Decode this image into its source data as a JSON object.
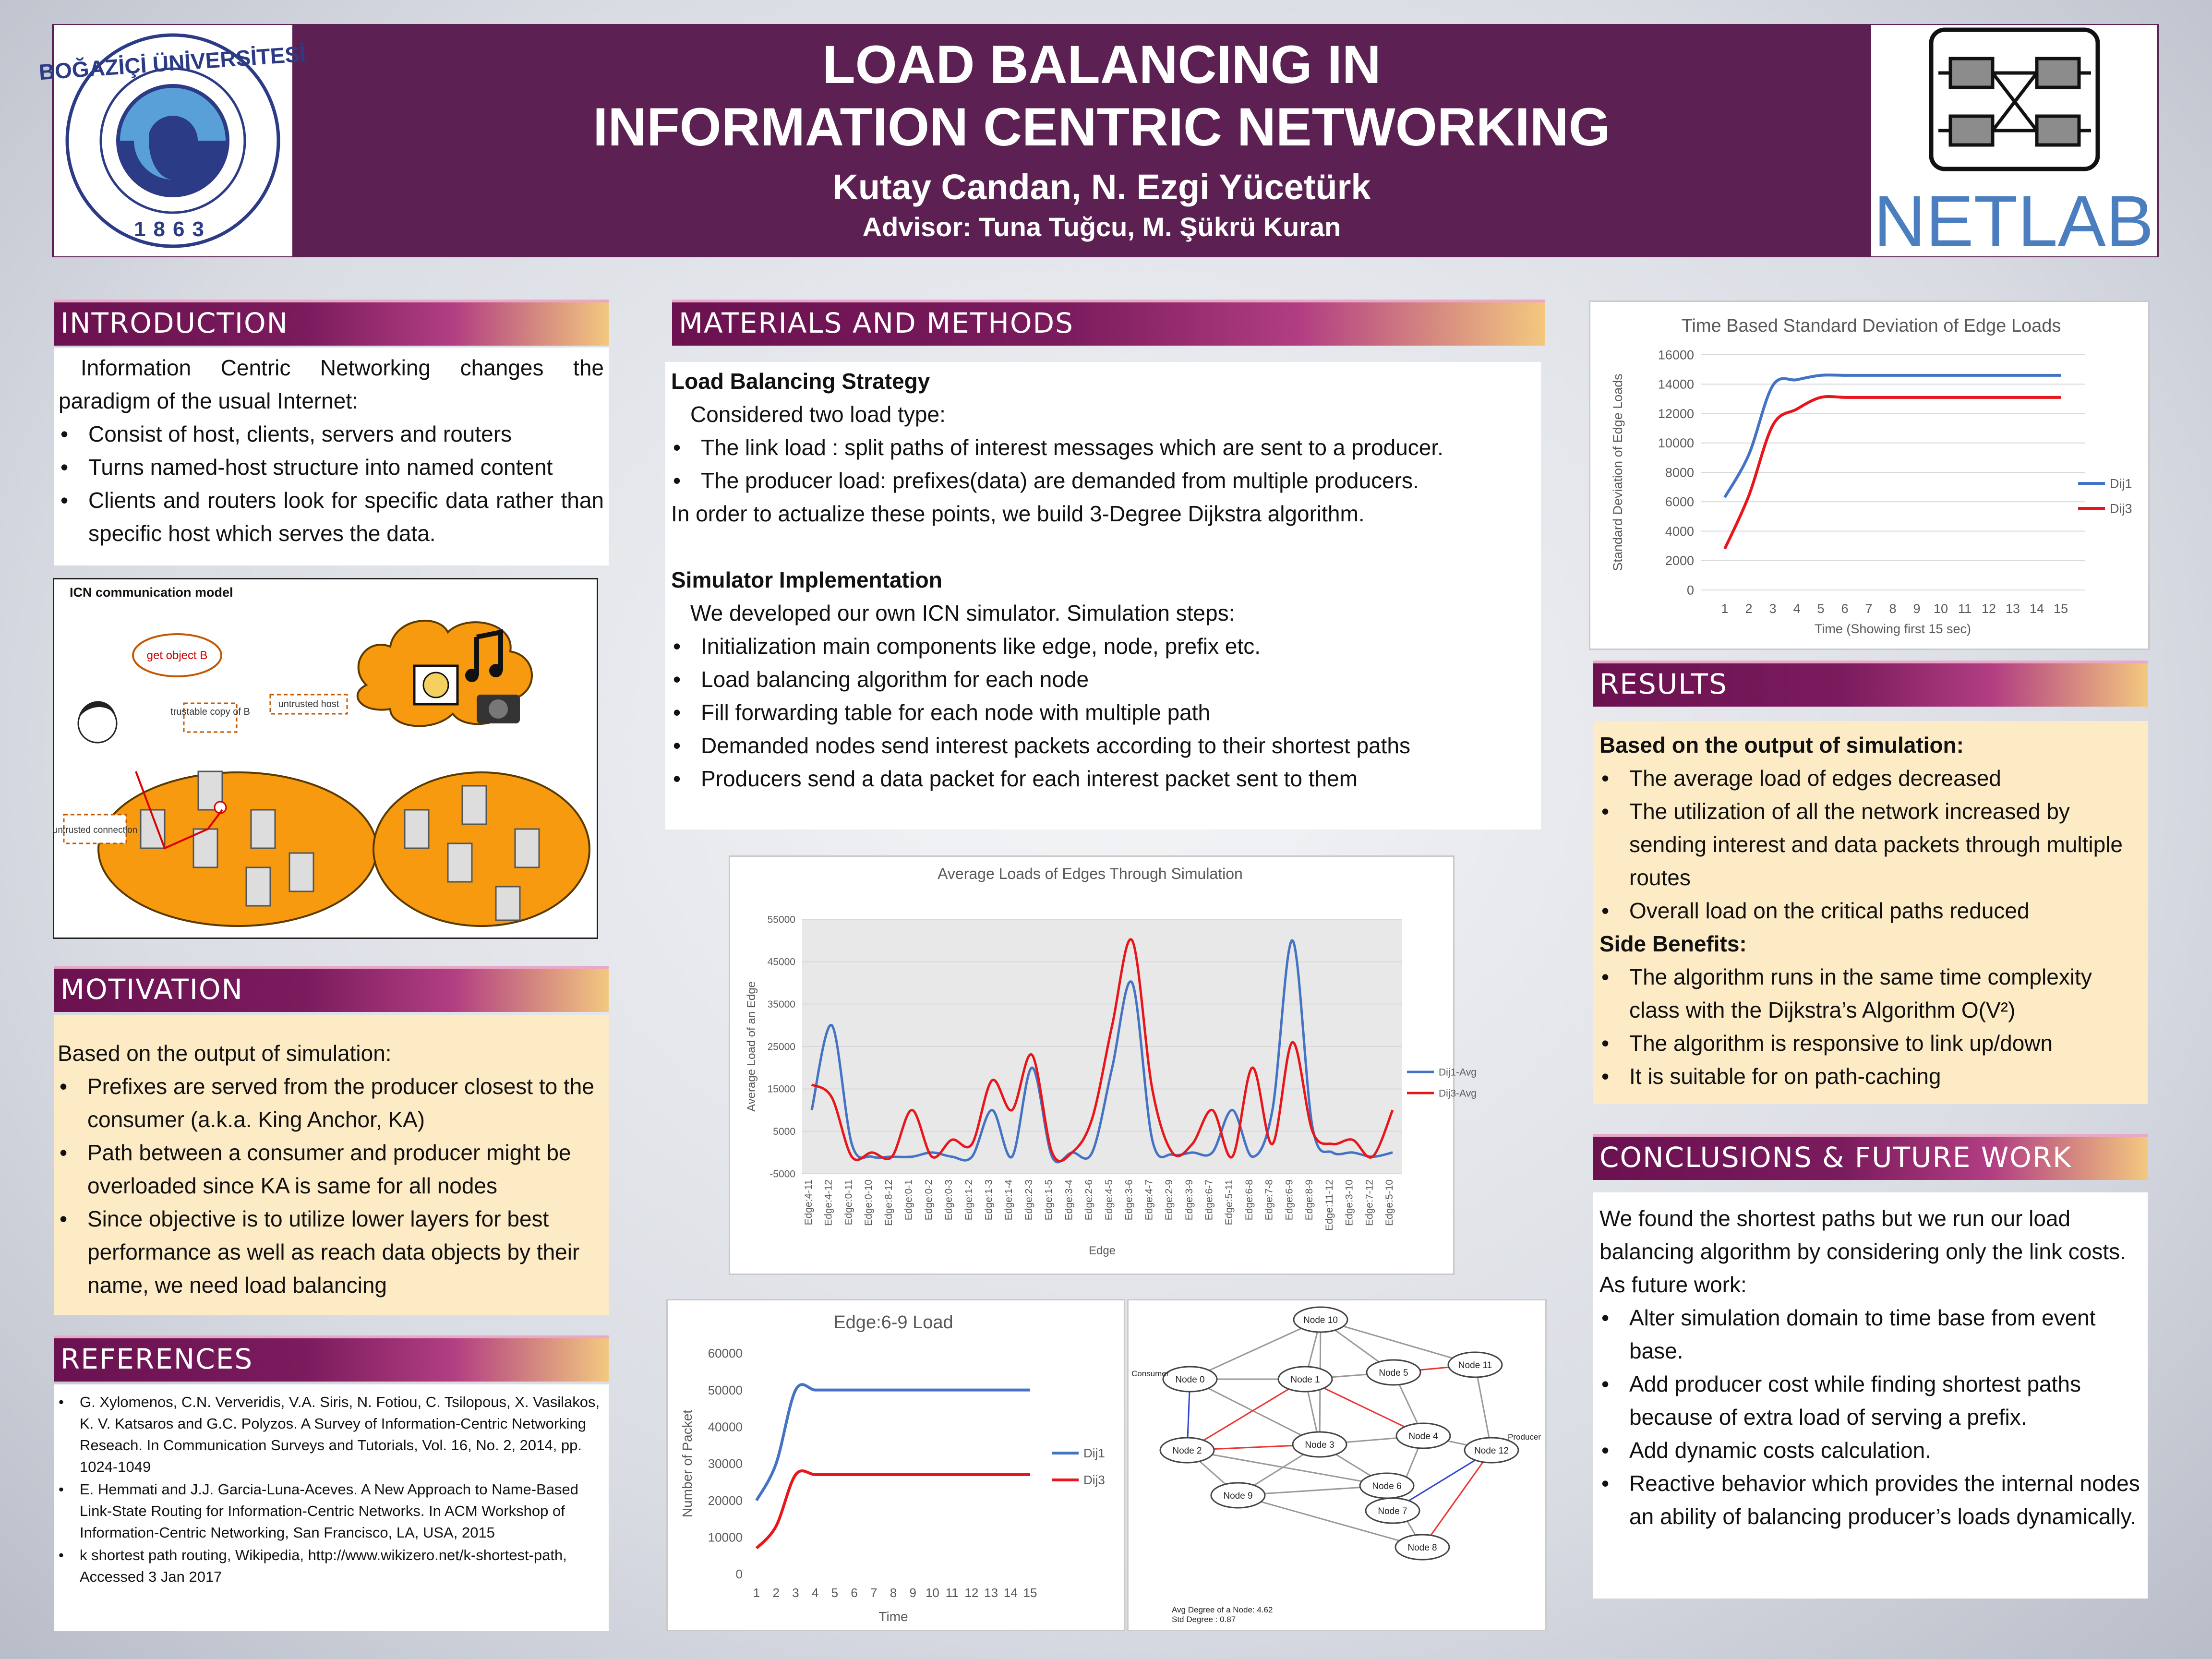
{
  "header": {
    "title_line1": "LOAD BALANCING IN",
    "title_line2": "INFORMATION CENTRIC NETWORKING",
    "authors": "Kutay Candan, N. Ezgi Yücetürk",
    "advisor": "Advisor: Tuna Tuğcu, M. Şükrü Kuran",
    "left_logo_text": "BOĞAZİÇİ ÜNİVERSİTESİ",
    "left_logo_year": "1863",
    "right_logo_text": "NETLAB"
  },
  "introduction": {
    "heading": "INTRODUCTION",
    "lead": "Information Centric Networking changes the paradigm of the usual Internet:",
    "bullets": [
      "Consist of host, clients, servers and routers",
      "Turns named-host structure into named content",
      "Clients and routers look for specific data rather than specific host which serves the data."
    ]
  },
  "icn_figure": {
    "title": "ICN communication model",
    "get_object": "get object B",
    "trustable": "trustable copy of B",
    "untrusted_host": "untrusted host",
    "untrusted_connection": "untrusted connection"
  },
  "motivation": {
    "heading": "MOTIVATION",
    "lead": "Based on the output of simulation:",
    "bullets": [
      "Prefixes are served from the producer closest to the consumer (a.k.a. King Anchor, KA)",
      "Path between a consumer and producer might be overloaded since KA is same for all nodes",
      "Since objective is to utilize lower layers for best performance as well as reach data objects by their name, we need load balancing"
    ]
  },
  "references": {
    "heading": "REFERENCES",
    "items": [
      "G. Xylomenos, C.N. Ververidis, V.A. Siris, N. Fotiou, C. Tsilopous, X. Vasilakos, K. V. Katsaros and G.C. Polyzos. A Survey of Information-Centric Networking Reseach. In Communication Surveys and Tutorials, Vol. 16, No. 2, 2014, pp. 1024-1049",
      "E. Hemmati and J.J. Garcia-Luna-Aceves. A New Approach to Name-Based Link-State Routing for Information-Centric Networks. In ACM Workshop of Information-Centric Networking, San Francisco, LA, USA, 2015",
      "k shortest path routing, Wikipedia, http://www.wikizero.net/k-shortest-path, Accessed 3 Jan 2017"
    ]
  },
  "methods": {
    "heading": "MATERIALS AND METHODS",
    "strategy_title": "Load Balancing Strategy",
    "strategy_lead": "Considered two load type:",
    "strategy_bullets": [
      "The link load : split paths of interest messages which are sent to a producer.",
      "The producer load: prefixes(data) are demanded from multiple producers."
    ],
    "strategy_close": "In order to actualize these points, we build 3-Degree Dijkstra algorithm.",
    "sim_title": "Simulator Implementation",
    "sim_lead": "We developed our own ICN simulator. Simulation steps:",
    "sim_bullets": [
      "Initialization main components like edge, node, prefix etc.",
      "Load balancing algorithm for each node",
      "Fill forwarding table for each node with multiple path",
      "Demanded nodes send interest packets according to their shortest paths",
      "Producers send a data packet for each interest packet sent to them"
    ]
  },
  "results": {
    "heading": "RESULTS",
    "lead": "Based on the output of simulation:",
    "bullets": [
      "The average load of edges decreased",
      "The utilization of all the network increased by sending interest and data packets through multiple routes",
      "Overall load on the critical paths reduced"
    ],
    "side_title": "Side Benefits:",
    "side_bullets": [
      "The algorithm runs in the same time complexity class with the Dijkstra’s Algorithm O(V²)",
      "The algorithm is responsive to link up/down",
      "It is suitable for on path-caching"
    ]
  },
  "conclusions": {
    "heading": "CONCLUSIONS & FUTURE WORK",
    "lead": "We found the shortest paths but we run our load balancing algorithm by considering only the link costs. As future work:",
    "bullets": [
      "Alter simulation domain to time base from event base.",
      "Add producer cost while finding shortest paths because of extra load of serving a prefix.",
      "Add dynamic costs calculation.",
      "Reactive behavior which provides the internal nodes an ability of balancing producer’s loads dynamically."
    ]
  },
  "graph": {
    "nodes": [
      "Node 0",
      "Node 1",
      "Node 2",
      "Node 3",
      "Node 4",
      "Node 5",
      "Node 6",
      "Node 7",
      "Node 8",
      "Node 9",
      "Node 10",
      "Node 11",
      "Node 12"
    ],
    "consumer_label": "Consumer",
    "producer_label": "Producer",
    "avg_degree": "Avg Degree of a Node: 4.62",
    "std_degree": "Std Degree : 0.87"
  },
  "colors": {
    "dij1": "#4472c4",
    "dij3": "#e8151b",
    "header": "#5c2152"
  },
  "chart_data": [
    {
      "type": "line",
      "title": "Time Based Standard Deviation of Edge Loads",
      "xlabel": "Time (Showing first 15 sec)",
      "ylabel": "Standard Deviation of Edge Loads",
      "x": [
        1,
        2,
        3,
        4,
        5,
        6,
        7,
        8,
        9,
        10,
        11,
        12,
        13,
        14,
        15
      ],
      "ylim": [
        0,
        16000
      ],
      "yticks": [
        0,
        2000,
        4000,
        6000,
        8000,
        10000,
        12000,
        14000,
        16000
      ],
      "legend": "right",
      "series": [
        {
          "name": "Dij1",
          "values": [
            6300,
            9200,
            13900,
            14300,
            14600,
            14600,
            14600,
            14600,
            14600,
            14600,
            14600,
            14600,
            14600,
            14600,
            14600
          ]
        },
        {
          "name": "Dij3",
          "values": [
            2800,
            6400,
            11200,
            12300,
            13100,
            13100,
            13100,
            13100,
            13100,
            13100,
            13100,
            13100,
            13100,
            13100,
            13100
          ]
        }
      ]
    },
    {
      "type": "line",
      "title": "Average Loads of Edges Through Simulation",
      "xlabel": "Edge",
      "ylabel": "Average Load of an Edge",
      "categories": [
        "Edge:4-11",
        "Edge:4-12",
        "Edge:0-11",
        "Edge:0-10",
        "Edge:8-12",
        "Edge:0-1",
        "Edge:0-2",
        "Edge:0-3",
        "Edge:1-2",
        "Edge:1-3",
        "Edge:1-4",
        "Edge:2-3",
        "Edge:1-5",
        "Edge:3-4",
        "Edge:2-6",
        "Edge:4-5",
        "Edge:3-6",
        "Edge:4-7",
        "Edge:2-9",
        "Edge:3-9",
        "Edge:6-7",
        "Edge:5-11",
        "Edge:6-8",
        "Edge:7-8",
        "Edge:6-9",
        "Edge:8-9",
        "Edge:11-12",
        "Edge:3-10",
        "Edge:7-12",
        "Edge:5-10"
      ],
      "ylim": [
        -5000,
        55000
      ],
      "yticks": [
        -5000,
        5000,
        15000,
        25000,
        35000,
        45000,
        55000
      ],
      "legend": "right",
      "series": [
        {
          "name": "Dij1-Avg",
          "values": [
            10000,
            30000,
            2000,
            -1000,
            -1000,
            -1000,
            0,
            -1000,
            -1000,
            10000,
            -1000,
            20000,
            -1000,
            0,
            0,
            20000,
            40000,
            3000,
            -500,
            0,
            0,
            10000,
            -1000,
            10000,
            50000,
            6000,
            0,
            0,
            -1000,
            0
          ]
        },
        {
          "name": "Dij3-Avg",
          "values": [
            16000,
            13000,
            -1000,
            0,
            -1000,
            10000,
            -1000,
            3000,
            2000,
            17000,
            10000,
            23000,
            0,
            0,
            8000,
            30000,
            50000,
            15000,
            0,
            2000,
            10000,
            -1000,
            20000,
            2000,
            26000,
            5000,
            2000,
            3000,
            -1000,
            10000
          ]
        }
      ]
    },
    {
      "type": "line",
      "title": "Edge:6-9 Load",
      "xlabel": "Time",
      "ylabel": "Number of Packet",
      "x": [
        1,
        2,
        3,
        4,
        5,
        6,
        7,
        8,
        9,
        10,
        11,
        12,
        13,
        14,
        15
      ],
      "ylim": [
        0,
        60000
      ],
      "yticks": [
        0,
        10000,
        20000,
        30000,
        40000,
        50000,
        60000
      ],
      "legend": "right",
      "series": [
        {
          "name": "Dij1",
          "values": [
            20000,
            30000,
            50000,
            50000,
            50000,
            50000,
            50000,
            50000,
            50000,
            50000,
            50000,
            50000,
            50000,
            50000,
            50000
          ]
        },
        {
          "name": "Dij3",
          "values": [
            7000,
            13000,
            27000,
            27000,
            27000,
            27000,
            27000,
            27000,
            27000,
            27000,
            27000,
            27000,
            27000,
            27000,
            27000
          ]
        }
      ]
    }
  ]
}
